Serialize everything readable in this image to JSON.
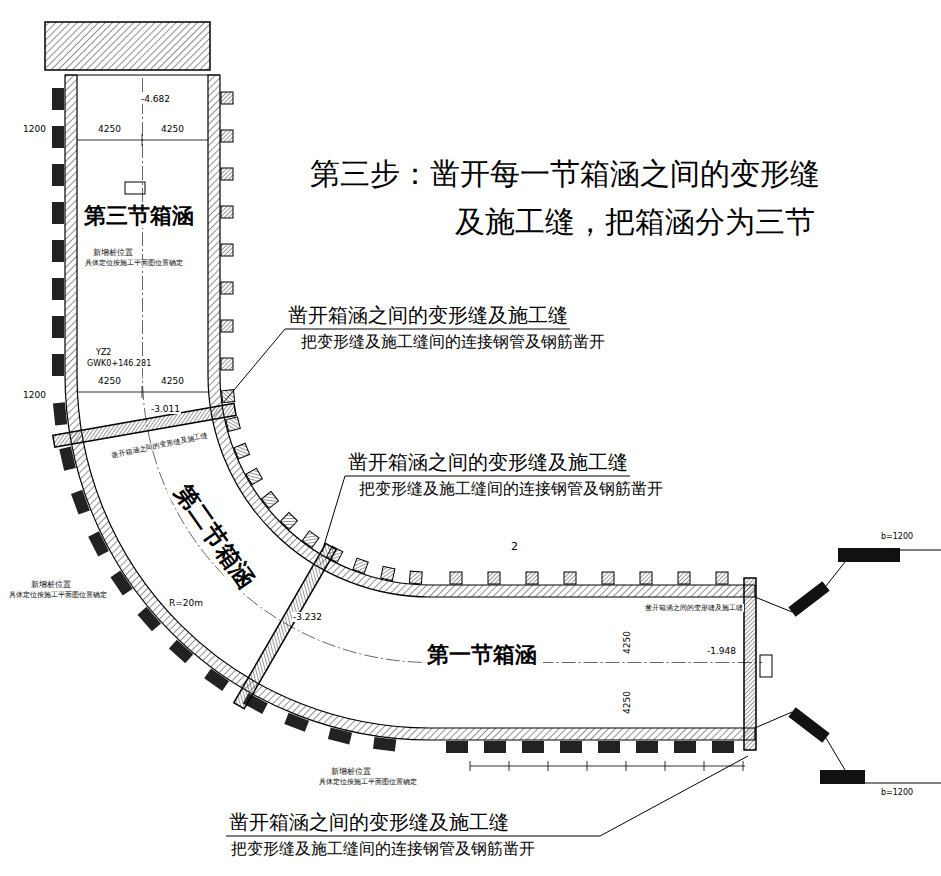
{
  "diagram": {
    "title": "第三步：凿开每一节箱涵之间的变形缝及施工缝，把箱涵分为三节",
    "nodes": [
      {
        "text": [
          "第三节箱涵"
        ]
      },
      {
        "text": [
          "第二节箱涵"
        ]
      },
      {
        "text": [
          "第一节箱涵"
        ]
      }
    ],
    "labels": [
      "凿开箱涵之间的变形缝及施工缝",
      "把变形缝及施工缝间的连接钢管及钢筋凿开",
      "凿开箱涵之间的变形缝及施工缝",
      "把变形缝及施工缝间的连接钢管及钢筋凿开",
      "凿开箱涵之间的变形缝及施工缝",
      "把变形缝及施工缝间的连接钢管及钢筋凿开",
      "4250",
      "4250",
      "1200",
      "-4.682",
      "4250",
      "4250",
      "1200",
      "YZ2",
      "GWK0+146.281",
      "-3.011",
      "凿开箱涵之间的变形缝及施工缝",
      "R=20m",
      "-3.232",
      "4250",
      "4250",
      "-1.948",
      "凿开箱涵之间的变形缝及施工缝",
      "2",
      "b=1200",
      "b=1200",
      "新增桩位置",
      "具体定位按施工平面图位置确定",
      "新增桩位置",
      "具体定位按施工平面图位置确定",
      "新增桩位置",
      "具体定位按施工平面图位置确定"
    ]
  }
}
